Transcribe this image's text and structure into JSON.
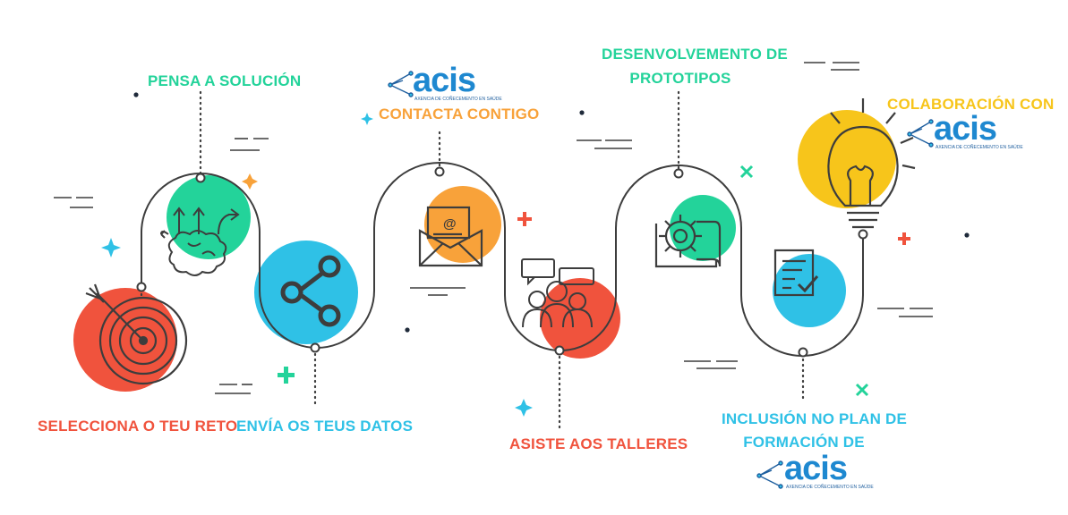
{
  "steps": {
    "selecciona": "SELECCIONA O TEU RETO",
    "pensa": "PENSA A SOLUCIÓN",
    "envia": "ENVÍA OS TEUS DATOS",
    "contacta": "CONTACTA CONTIGO",
    "asiste": "ASISTE AOS TALLERES",
    "desenvolvemento_1": "DESENVOLVEMENTO DE",
    "desenvolvemento_2": "PROTOTIPOS",
    "inclusion_1": "INCLUSIÓN NO PLAN DE",
    "inclusion_2": "FORMACIÓN DE",
    "colaboracion": "COLABORACIÓN CON"
  },
  "logo": {
    "word": "acis",
    "subtitle": "AXENCIA DE COÑECEMENTO EN SAÚDE"
  },
  "colors": {
    "red": "#f0533d",
    "green": "#23d39a",
    "blue": "#2fc1e6",
    "orange": "#f8a23a",
    "yellow": "#f7c51b",
    "navy": "#1e88d0",
    "line": "#3d3d3d"
  },
  "icons": [
    "target-icon",
    "brain-icon",
    "share-icon",
    "email-icon",
    "workshop-icon",
    "gear-blueprint-icon",
    "checklist-icon",
    "lightbulb-icon"
  ]
}
